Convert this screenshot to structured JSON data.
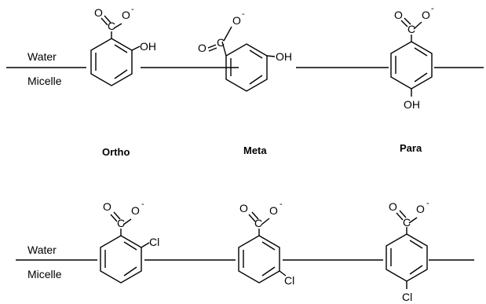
{
  "top_row": {
    "phase_labels": {
      "water": "Water",
      "micelle": "Micelle"
    },
    "molecules": [
      {
        "id": "ortho",
        "caption": "Ortho",
        "substituent": "OH",
        "atoms": {
          "c": "C",
          "o1": "O",
          "o2": "O",
          "charge": "-"
        }
      },
      {
        "id": "meta",
        "caption": "Meta",
        "substituent": "OH",
        "atoms": {
          "c": "C",
          "o1": "O",
          "o2": "O",
          "charge": "-"
        }
      },
      {
        "id": "para",
        "caption": "Para",
        "substituent": "OH",
        "atoms": {
          "c": "C",
          "o1": "O",
          "o2": "O",
          "charge": "-"
        }
      }
    ]
  },
  "bottom_row": {
    "phase_labels": {
      "water": "Water",
      "micelle": "Micelle"
    },
    "molecules": [
      {
        "id": "ortho-cl",
        "substituent": "Cl",
        "atoms": {
          "c": "C",
          "o1": "O",
          "o2": "O",
          "charge": "-"
        }
      },
      {
        "id": "meta-cl",
        "substituent": "Cl",
        "atoms": {
          "c": "C",
          "o1": "O",
          "o2": "O",
          "charge": "-"
        }
      },
      {
        "id": "para-cl",
        "substituent": "Cl",
        "atoms": {
          "c": "C",
          "o1": "O",
          "o2": "O",
          "charge": "-"
        }
      }
    ]
  }
}
